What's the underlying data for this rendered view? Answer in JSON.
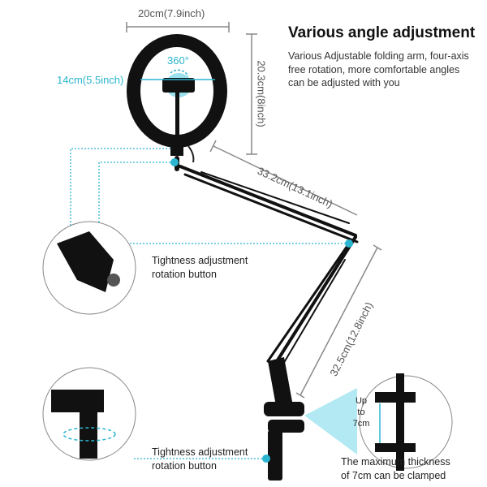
{
  "header": {
    "title": "Various angle adjustment",
    "description_lines": [
      "Various Adjustable folding arm, four-axis",
      "free rotation, more comfortable angles",
      "can be adjusted with you"
    ]
  },
  "dimensions": {
    "ring_width": "20cm(7.9inch)",
    "ring_height": "20.3cm(8inch)",
    "holder_width": "14cm(5.5inch)",
    "rotation": "360°",
    "upper_arm": "33.2cm(13.1inch)",
    "lower_arm": "32.5cm(12.8inch)"
  },
  "callouts": {
    "top": [
      "Tightness adjustment",
      "rotation button"
    ],
    "bottom": [
      "Tightness adjustment",
      "rotation button"
    ],
    "clamp_range": [
      "Up",
      "to",
      "7cm"
    ],
    "clamp_caption": [
      "The maximum thickness",
      "of 7cm can be clamped"
    ]
  },
  "colors": {
    "accent": "#2bb5d0",
    "product": "#111111",
    "dimension_line": "#777777"
  }
}
